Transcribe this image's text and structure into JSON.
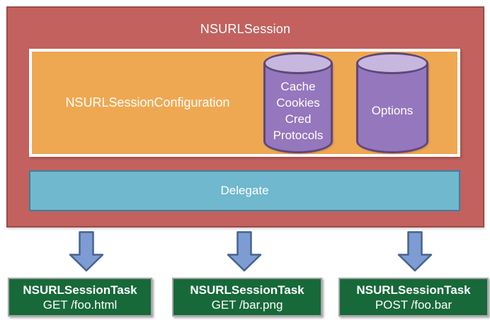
{
  "colors": {
    "session_fill": "#c2615e",
    "session_border": "#9d4b48",
    "config_fill": "#efa852",
    "config_border": "#ffffff",
    "cylinder_fill": "#9577bd",
    "cylinder_top": "#c7b7df",
    "cylinder_border": "#5e4879",
    "delegate_fill": "#6fb8ce",
    "delegate_border": "#3e7f9b",
    "arrow_fill": "#7d9cd3",
    "arrow_border": "#47638f",
    "task_fill": "#17693a",
    "task_border": "#a6a6a6"
  },
  "session": {
    "title": "NSURLSession",
    "configuration": {
      "label": "NSURLSessionConfiguration"
    },
    "stores": [
      {
        "name": "cache-cookies-cred-protocols",
        "lines": [
          "Cache",
          "Cookies",
          "Cred",
          "Protocols"
        ]
      },
      {
        "name": "options",
        "lines": [
          "Options"
        ]
      }
    ],
    "delegate": {
      "label": "Delegate"
    }
  },
  "tasks": [
    {
      "title": "NSURLSessionTask",
      "request": "GET /foo.html"
    },
    {
      "title": "NSURLSessionTask",
      "request": "GET /bar.png"
    },
    {
      "title": "NSURLSessionTask",
      "request": "POST /foo.bar"
    }
  ]
}
